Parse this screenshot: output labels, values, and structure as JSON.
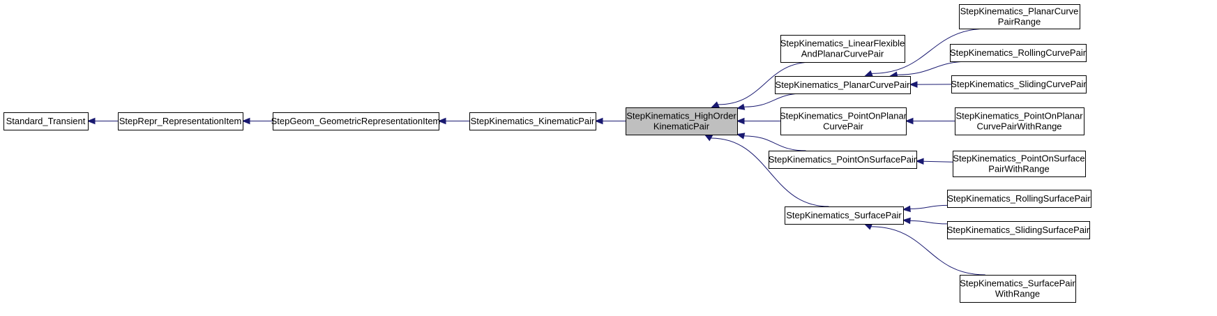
{
  "diagram": {
    "nodes": [
      {
        "id": "standard_transient",
        "lines": [
          "Standard_Transient"
        ],
        "current": false
      },
      {
        "id": "steprepr_representationitem",
        "lines": [
          "StepRepr_RepresentationItem"
        ],
        "current": false
      },
      {
        "id": "stepgeom_geometricrepresentationitem",
        "lines": [
          "StepGeom_GeometricRepresentationItem"
        ],
        "current": false
      },
      {
        "id": "stepkinematics_kinematicpair",
        "lines": [
          "StepKinematics_KinematicPair"
        ],
        "current": false
      },
      {
        "id": "stepkinematics_highorderkinematicpair",
        "lines": [
          "StepKinematics_HighOrder",
          "KinematicPair"
        ],
        "current": true
      },
      {
        "id": "stepkinematics_linearflexibleandplanarcurvepair",
        "lines": [
          "StepKinematics_LinearFlexible",
          "AndPlanarCurvePair"
        ],
        "current": false
      },
      {
        "id": "stepkinematics_planarcurvepair",
        "lines": [
          "StepKinematics_PlanarCurvePair"
        ],
        "current": false
      },
      {
        "id": "stepkinematics_pointonplanarcurvepair",
        "lines": [
          "StepKinematics_PointOnPlanar",
          "CurvePair"
        ],
        "current": false
      },
      {
        "id": "stepkinematics_pointonsurfacepair",
        "lines": [
          "StepKinematics_PointOnSurfacePair"
        ],
        "current": false
      },
      {
        "id": "stepkinematics_surfacepair",
        "lines": [
          "StepKinematics_SurfacePair"
        ],
        "current": false
      },
      {
        "id": "stepkinematics_planarcurvepairrange",
        "lines": [
          "StepKinematics_PlanarCurve",
          "PairRange"
        ],
        "current": false
      },
      {
        "id": "stepkinematics_rollingcurvepair",
        "lines": [
          "StepKinematics_RollingCurvePair"
        ],
        "current": false
      },
      {
        "id": "stepkinematics_slidingcurvepair",
        "lines": [
          "StepKinematics_SlidingCurvePair"
        ],
        "current": false
      },
      {
        "id": "stepkinematics_pointonplanarcurvepairwithrange",
        "lines": [
          "StepKinematics_PointOnPlanar",
          "CurvePairWithRange"
        ],
        "current": false
      },
      {
        "id": "stepkinematics_pointonsurfacepairwithrange",
        "lines": [
          "StepKinematics_PointOnSurface",
          "PairWithRange"
        ],
        "current": false
      },
      {
        "id": "stepkinematics_rollingsurfacepair",
        "lines": [
          "StepKinematics_RollingSurfacePair"
        ],
        "current": false
      },
      {
        "id": "stepkinematics_slidingsurfacepair",
        "lines": [
          "StepKinematics_SlidingSurfacePair"
        ],
        "current": false
      },
      {
        "id": "stepkinematics_surfacepairwithrange",
        "lines": [
          "StepKinematics_SurfacePair",
          "WithRange"
        ],
        "current": false
      }
    ],
    "edges": [
      {
        "from": "steprepr_representationitem",
        "to": "standard_transient"
      },
      {
        "from": "stepgeom_geometricrepresentationitem",
        "to": "steprepr_representationitem"
      },
      {
        "from": "stepkinematics_kinematicpair",
        "to": "stepgeom_geometricrepresentationitem"
      },
      {
        "from": "stepkinematics_highorderkinematicpair",
        "to": "stepkinematics_kinematicpair"
      },
      {
        "from": "stepkinematics_linearflexibleandplanarcurvepair",
        "to": "stepkinematics_highorderkinematicpair"
      },
      {
        "from": "stepkinematics_planarcurvepair",
        "to": "stepkinematics_highorderkinematicpair"
      },
      {
        "from": "stepkinematics_pointonplanarcurvepair",
        "to": "stepkinematics_highorderkinematicpair"
      },
      {
        "from": "stepkinematics_pointonsurfacepair",
        "to": "stepkinematics_highorderkinematicpair"
      },
      {
        "from": "stepkinematics_surfacepair",
        "to": "stepkinematics_highorderkinematicpair"
      },
      {
        "from": "stepkinematics_planarcurvepairrange",
        "to": "stepkinematics_planarcurvepair"
      },
      {
        "from": "stepkinematics_rollingcurvepair",
        "to": "stepkinematics_planarcurvepair"
      },
      {
        "from": "stepkinematics_slidingcurvepair",
        "to": "stepkinematics_planarcurvepair"
      },
      {
        "from": "stepkinematics_pointonplanarcurvepairwithrange",
        "to": "stepkinematics_pointonplanarcurvepair"
      },
      {
        "from": "stepkinematics_pointonsurfacepairwithrange",
        "to": "stepkinematics_pointonsurfacepair"
      },
      {
        "from": "stepkinematics_rollingsurfacepair",
        "to": "stepkinematics_surfacepair"
      },
      {
        "from": "stepkinematics_slidingsurfacepair",
        "to": "stepkinematics_surfacepair"
      },
      {
        "from": "stepkinematics_surfacepairwithrange",
        "to": "stepkinematics_surfacepair"
      }
    ],
    "colors": {
      "edge": "#191970",
      "node_border": "#000000",
      "node_fill": "#ffffff",
      "current_fill": "#bfbfbf"
    }
  }
}
